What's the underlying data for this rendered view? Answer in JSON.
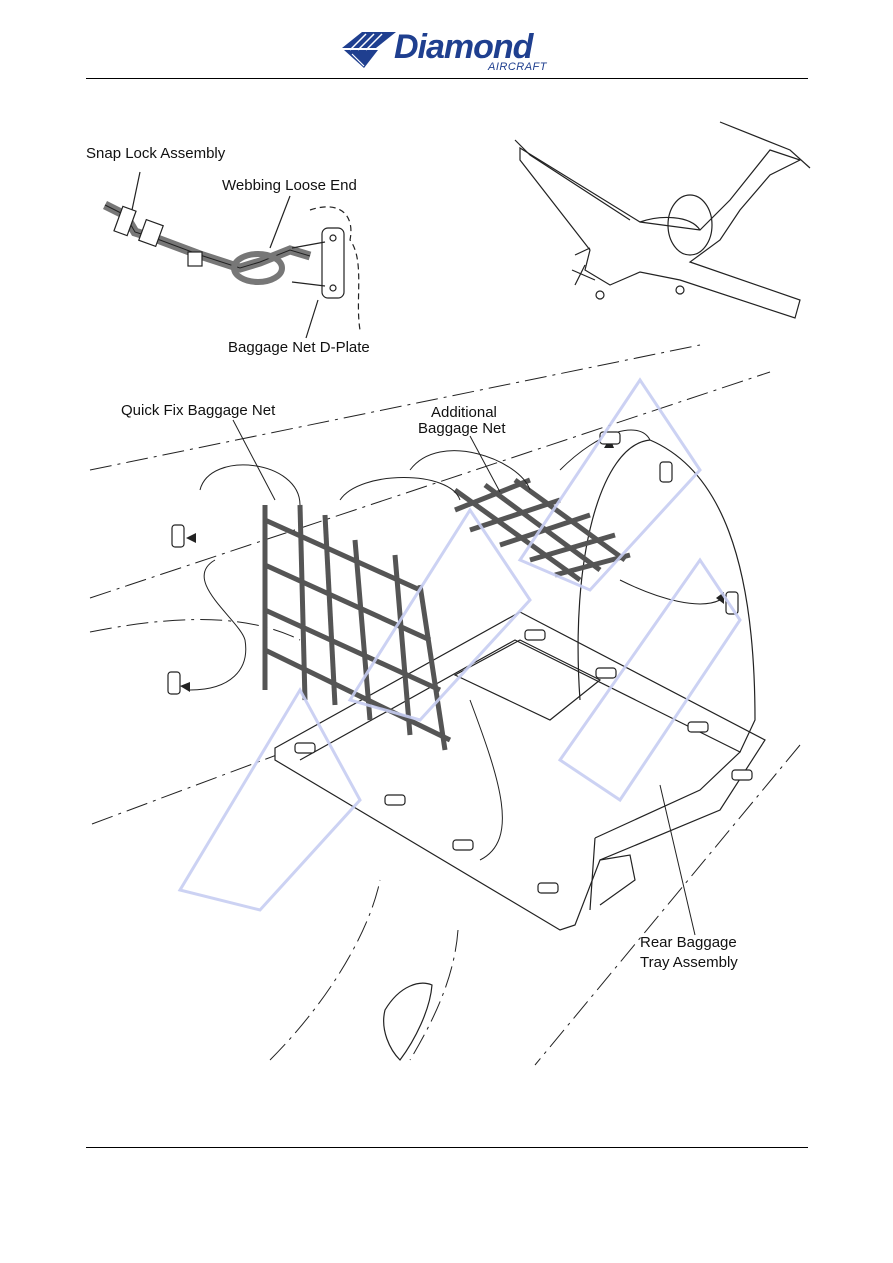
{
  "header": {
    "logo_name": "Diamond",
    "logo_sub": "AIRCRAFT",
    "brand_color": "#1f3f8f"
  },
  "figure": {
    "labels": {
      "snap_lock": "Snap Lock Assembly",
      "webbing_loose_end": "Webbing Loose End",
      "d_plate": "Baggage Net D-Plate",
      "quick_fix_net": "Quick Fix Baggage Net",
      "additional_net_line1": "Additional",
      "additional_net_line2": "Baggage Net",
      "rear_tray_line1": "Rear Baggage",
      "rear_tray_line2": "Tray Assembly"
    },
    "watermark_color": "#c7cdf2"
  }
}
